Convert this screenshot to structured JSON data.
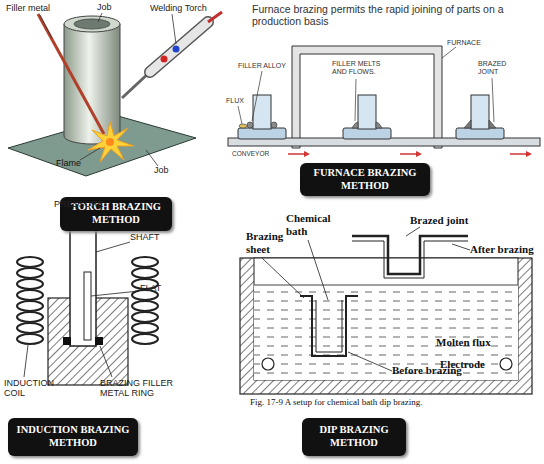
{
  "diagram": {
    "nodes": [
      {
        "text": [
          "TORCH BRAZING METHOD"
        ]
      },
      {
        "text": [
          "FURNACE BRAZING METHOD"
        ]
      },
      {
        "text": [
          "INDUCTION BRAZING METHOD"
        ]
      },
      {
        "text": [
          "DIP BRAZING METHOD"
        ]
      }
    ],
    "labels": [
      "Filler metal",
      "Job",
      "Welding Torch",
      "Flame",
      "Job",
      "Furnace brazing permits the rapid joining of parts on a production basis",
      "FURNACE",
      "FILLER ALLOY",
      "FILLER MELTS AND FLOWS.",
      "BRAZED JOINT",
      "FLUX",
      "CONVEYOR",
      "PRESSURE",
      "SHAFT",
      "FLAT",
      "INDUCTION COIL",
      "BRAZING FILLER METAL RING",
      "Chemical bath",
      "Brazed joint",
      "After brazing",
      "Brazing sheet",
      "Molten flux",
      "Electrode",
      "Before brazing",
      "Fig. 17-9 A setup for chemical bath dip brazing."
    ]
  }
}
